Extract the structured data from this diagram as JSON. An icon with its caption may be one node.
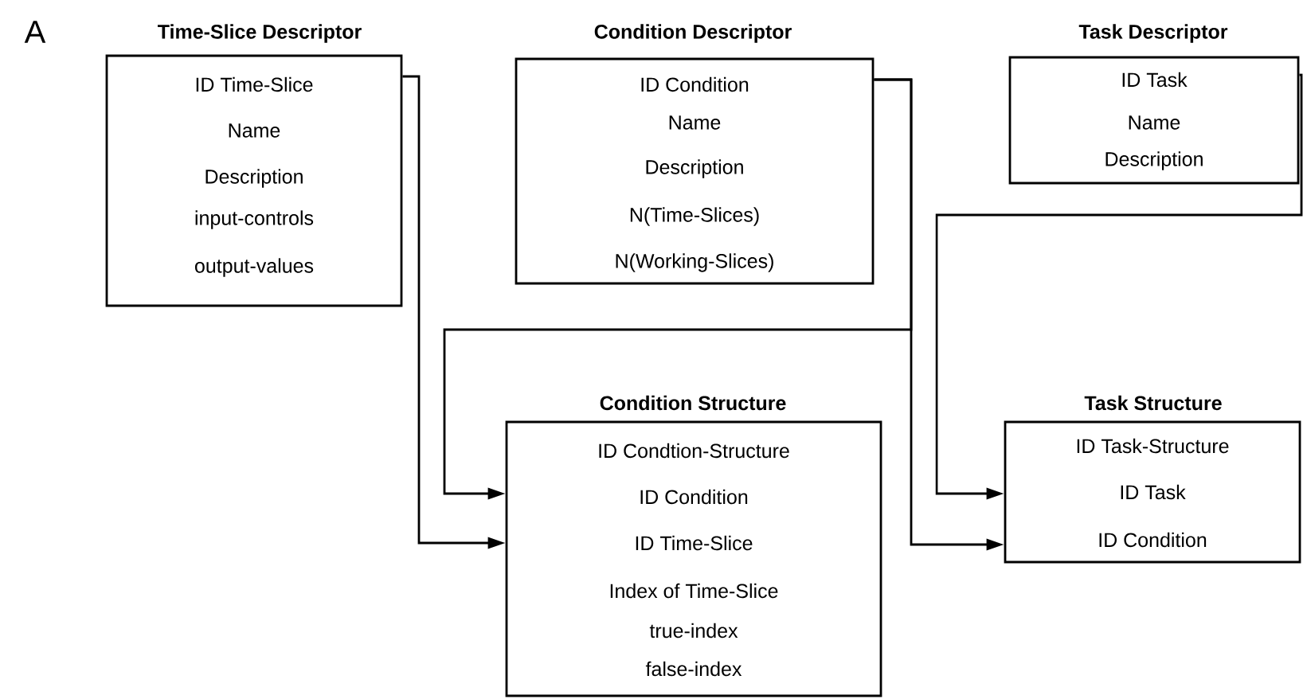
{
  "diagram": {
    "nodes": [
      {
        "text": [
          "Time-Slice Descriptor",
          "ID Time-Slice",
          "Name",
          "Description",
          "input-controls",
          "output-values"
        ]
      },
      {
        "text": [
          "Condition Descriptor",
          "ID Condition",
          "Name",
          "Description",
          "N(Time-Slices)",
          "N(Working-Slices)"
        ]
      },
      {
        "text": [
          "Task Descriptor",
          "ID Task",
          "Name",
          "Description"
        ]
      },
      {
        "text": [
          "Condition Structure",
          "ID Condtion-Structure",
          "ID Condition",
          "ID Time-Slice",
          "Index of Time-Slice",
          "true-index",
          "false-index"
        ]
      },
      {
        "text": [
          "Task Structure",
          "ID Task-Structure",
          "ID Task",
          "ID Condition"
        ]
      }
    ],
    "edges": [
      {
        "from": 0,
        "to": 3,
        "arrow": "to"
      },
      {
        "from": 1,
        "to": 3,
        "arrow": "to"
      },
      {
        "from": 1,
        "to": 4,
        "arrow": "to"
      },
      {
        "from": 2,
        "to": 4,
        "arrow": "to"
      }
    ],
    "labels": [
      "A"
    ]
  }
}
